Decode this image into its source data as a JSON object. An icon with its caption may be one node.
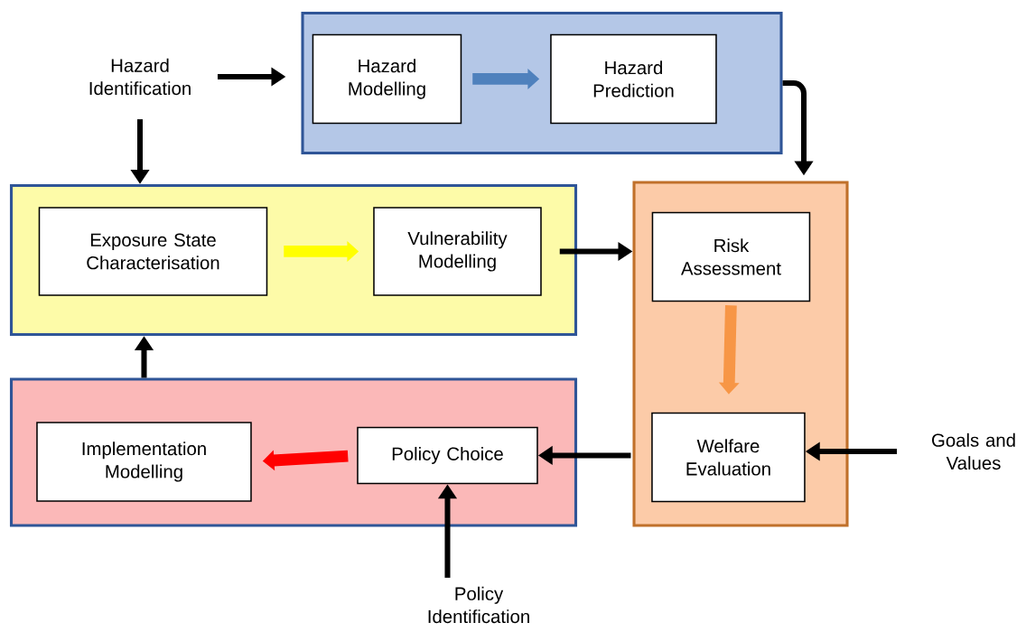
{
  "diagram": {
    "nodes": [
      {
        "text": [
          "Hazard Identification"
        ]
      },
      {
        "text": [],
        "shape": "box"
      },
      {
        "text": [
          "Hazard Modelling"
        ],
        "in": 1
      },
      {
        "text": [
          "Hazard Prediction"
        ],
        "in": 1
      },
      {
        "text": [],
        "shape": "box"
      },
      {
        "text": [
          "Exposure State Characterisation"
        ],
        "in": 4
      },
      {
        "text": [
          "Vulnerability Modelling"
        ],
        "in": 4
      },
      {
        "text": [],
        "shape": "box"
      },
      {
        "text": [
          "Risk Assessment"
        ],
        "in": 7
      },
      {
        "text": [
          "Welfare Evaluation"
        ],
        "in": 7
      },
      {
        "text": [],
        "shape": "box"
      },
      {
        "text": [
          "Implementation Modelling"
        ],
        "in": 10
      },
      {
        "text": [
          "Policy Choice"
        ],
        "in": 10
      },
      {
        "text": [
          "Goals and Values"
        ]
      },
      {
        "text": [
          "Policy Identification"
        ]
      }
    ],
    "edges": [
      {
        "from": 0,
        "to": 1,
        "arrow": "to"
      },
      {
        "from": 0,
        "to": 4,
        "arrow": "to"
      },
      {
        "from": 2,
        "to": 3,
        "arrow": "to",
        "style": "thick",
        "color": "#4f81bd"
      },
      {
        "from": 1,
        "to": 7,
        "arrow": "to"
      },
      {
        "from": 5,
        "to": 6,
        "arrow": "to",
        "style": "thick",
        "color": "#ffff00"
      },
      {
        "from": 6,
        "to": 7,
        "arrow": "to"
      },
      {
        "from": 8,
        "to": 9,
        "arrow": "to",
        "style": "thick",
        "color": "#f79646"
      },
      {
        "from": 13,
        "to": 9,
        "arrow": "to"
      },
      {
        "from": 7,
        "to": 12,
        "arrow": "to"
      },
      {
        "from": 12,
        "to": 11,
        "arrow": "to",
        "style": "thick",
        "color": "#ff0000"
      },
      {
        "from": 14,
        "to": 12,
        "arrow": "to"
      },
      {
        "from": 10,
        "to": 4,
        "arrow": "to"
      }
    ]
  }
}
